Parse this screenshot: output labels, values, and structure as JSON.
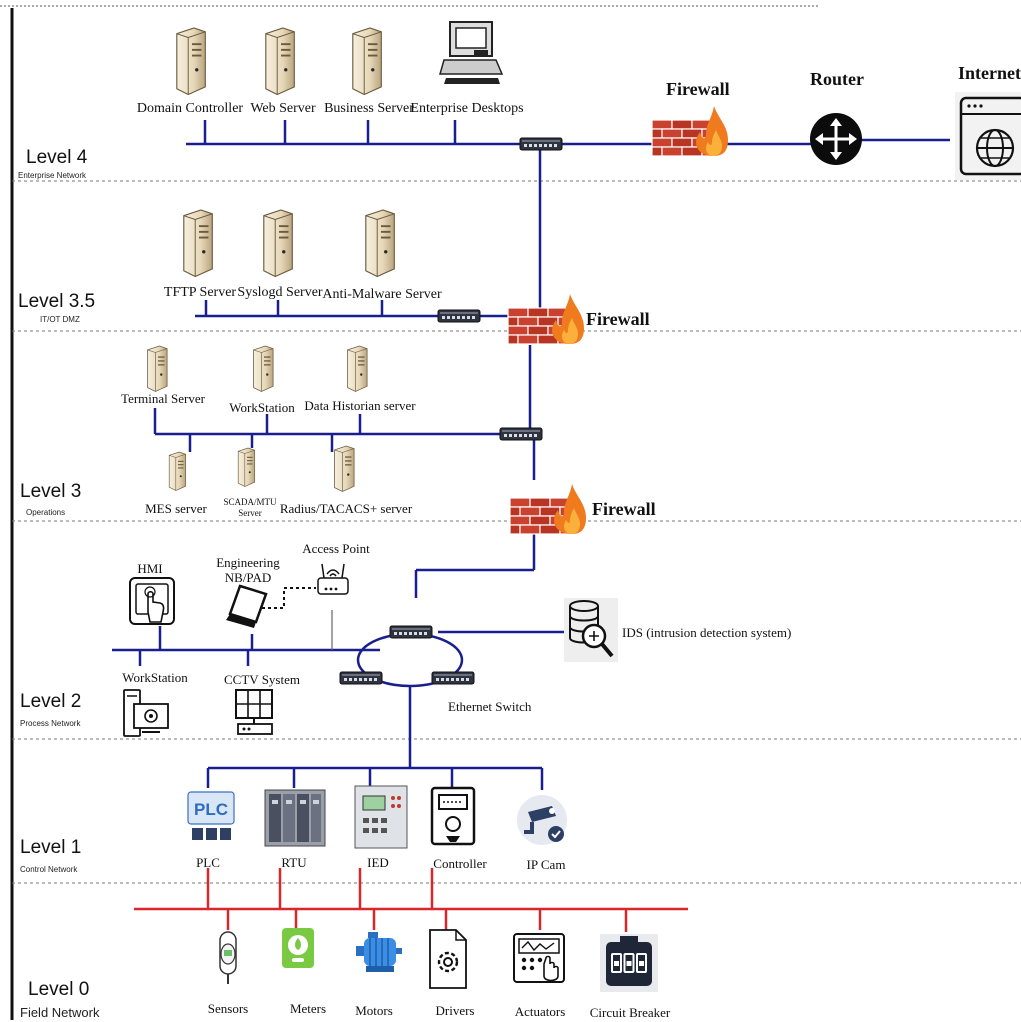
{
  "levels": [
    {
      "name": "Level 4",
      "subtitle": "Enterprise Network"
    },
    {
      "name": "Level 3.5",
      "subtitle": "IT/OT DMZ"
    },
    {
      "name": "Level 3",
      "subtitle": "Operations"
    },
    {
      "name": "Level 2",
      "subtitle": "Process Network"
    },
    {
      "name": "Level 1",
      "subtitle": "Control Network"
    },
    {
      "name": "Level 0",
      "subtitle": "Field Network"
    }
  ],
  "level4": {
    "servers": [
      "Domain Controller",
      "Web Server",
      "Business Server",
      "Enterprise Desktops"
    ],
    "firewall": "Firewall",
    "router": "Router",
    "internet": "Internet"
  },
  "level35": {
    "servers": [
      "TFTP Server",
      "Syslogd Server",
      "Anti-Malware Server"
    ],
    "firewall": "Firewall"
  },
  "level3": {
    "servers": [
      "Terminal Server",
      "WorkStation",
      "Data Historian server",
      "MES server",
      "SCADA/MTU",
      "Server",
      "Radius/TACACS+ server"
    ],
    "firewall": "Firewall"
  },
  "level2": {
    "hmi": "HMI",
    "engineering_1": "Engineering",
    "engineering_2": "NB/PAD",
    "access_point": "Access Point",
    "workstation": "WorkStation",
    "cctv": "CCTV System",
    "ids": "IDS (intrusion detection system)",
    "ethernet_switch": "Ethernet Switch"
  },
  "level1": {
    "devices": [
      "PLC",
      "RTU",
      "IED",
      "Controller",
      "IP Cam"
    ],
    "plc_badge": "PLC"
  },
  "level0": {
    "devices": [
      "Sensors",
      "Meters",
      "Motors",
      "Drivers",
      "Actuators",
      "Circuit Breaker"
    ]
  },
  "colors": {
    "network_line": "#1a1f8f",
    "field_line": "#d9262b",
    "firewall_brick": "#c0392b",
    "flame": "#f07a1e",
    "server_body": "#e9dcc2",
    "switch": "#2f3340"
  },
  "icons": {
    "server": "server-tower-icon",
    "desktop": "desktop-computer-icon",
    "switch": "network-switch-icon",
    "firewall": "firewall-flame-icon",
    "router": "router-arrows-icon",
    "internet": "globe-browser-icon"
  }
}
